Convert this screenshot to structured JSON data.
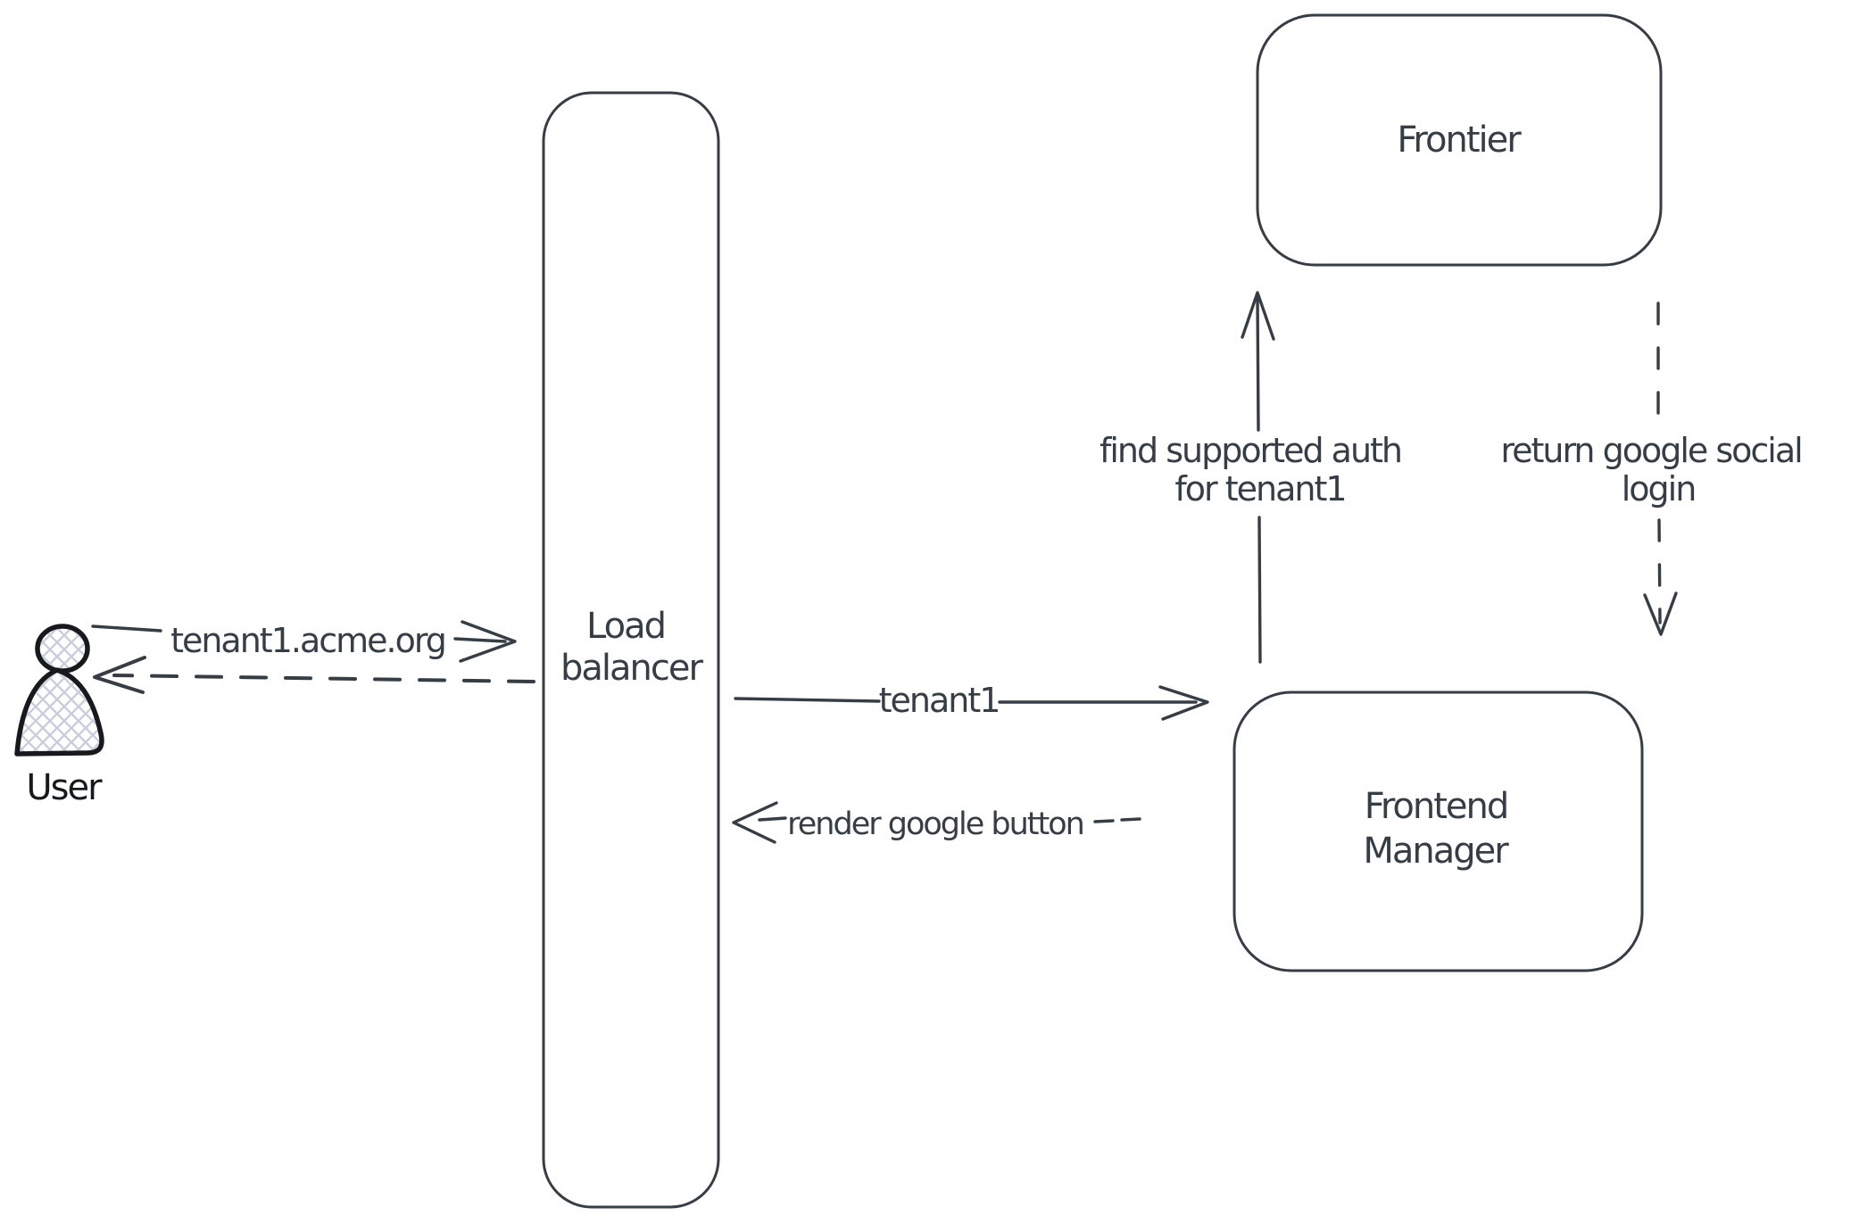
{
  "colors": {
    "ink": "#363d45",
    "actor_ink": "#17191c",
    "hatch_fill": "#c9cfdb",
    "background": "#ffffff"
  },
  "nodes": {
    "user": {
      "label": "User"
    },
    "load_balancer": {
      "line1": "Load",
      "line2": "balancer"
    },
    "frontier": {
      "label": "Frontier"
    },
    "frontend_manager": {
      "line1": "Frontend",
      "line2": "Manager"
    }
  },
  "edges": {
    "user_to_load_balancer": {
      "label": "tenant1.acme.org",
      "style": "solid"
    },
    "load_balancer_to_user": {
      "style": "dashed"
    },
    "load_balancer_to_frontend_manager": {
      "label": "tenant1",
      "style": "solid"
    },
    "frontend_manager_to_load_balancer": {
      "label": "render google button",
      "style": "dashed"
    },
    "frontend_manager_to_frontier": {
      "line1": "find supported auth",
      "line2": "for tenant1",
      "style": "solid"
    },
    "frontier_to_frontend_manager": {
      "line1": "return google social",
      "line2": "login",
      "style": "dashed"
    }
  }
}
